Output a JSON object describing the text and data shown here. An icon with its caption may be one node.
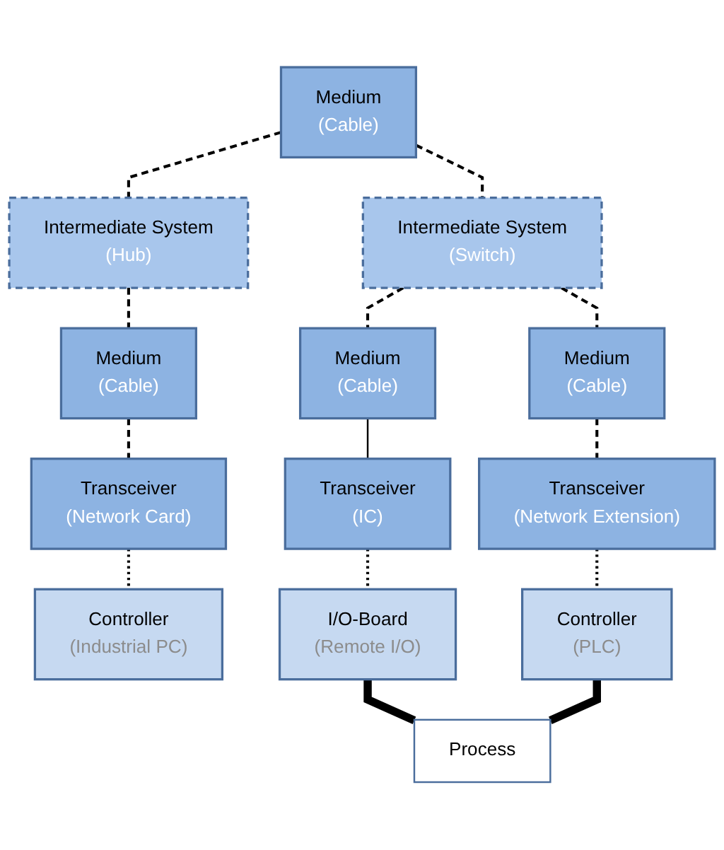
{
  "diagram": {
    "nodes": [
      {
        "text": [
          "Medium",
          "(Cable)"
        ]
      },
      {
        "text": [
          "Intermediate System",
          "(Hub)"
        ]
      },
      {
        "text": [
          "Intermediate System",
          "(Switch)"
        ]
      },
      {
        "text": [
          "Medium",
          "(Cable)"
        ]
      },
      {
        "text": [
          "Medium",
          "(Cable)"
        ]
      },
      {
        "text": [
          "Medium",
          "(Cable)"
        ]
      },
      {
        "text": [
          "Transceiver",
          "(Network Card)"
        ]
      },
      {
        "text": [
          "Transceiver",
          "(IC)"
        ]
      },
      {
        "text": [
          "Transceiver",
          "(Network Extension)"
        ]
      },
      {
        "text": [
          "Controller",
          "(Industrial PC)"
        ]
      },
      {
        "text": [
          "I/O-Board",
          "(Remote I/O)"
        ]
      },
      {
        "text": [
          "Controller",
          "(PLC)"
        ]
      },
      {
        "text": [
          "Process"
        ]
      }
    ],
    "edges": [
      {
        "from": 0,
        "to": 1,
        "arrow": "none",
        "style": "dashed"
      },
      {
        "from": 0,
        "to": 2,
        "arrow": "none",
        "style": "dashed"
      },
      {
        "from": 1,
        "to": 3,
        "arrow": "none",
        "style": "dashed"
      },
      {
        "from": 2,
        "to": 4,
        "arrow": "none",
        "style": "dashed"
      },
      {
        "from": 2,
        "to": 5,
        "arrow": "none",
        "style": "dashed"
      },
      {
        "from": 3,
        "to": 6,
        "arrow": "none",
        "style": "dashed"
      },
      {
        "from": 4,
        "to": 7,
        "arrow": "none"
      },
      {
        "from": 5,
        "to": 8,
        "arrow": "none",
        "style": "dashed"
      },
      {
        "from": 6,
        "to": 9,
        "arrow": "none",
        "style": "dashed"
      },
      {
        "from": 7,
        "to": 10,
        "arrow": "none",
        "style": "dashed"
      },
      {
        "from": 8,
        "to": 11,
        "arrow": "none",
        "style": "dashed"
      },
      {
        "from": 10,
        "to": 12,
        "arrow": "none",
        "style": "thick"
      },
      {
        "from": 11,
        "to": 12,
        "arrow": "none",
        "style": "thick"
      }
    ]
  }
}
